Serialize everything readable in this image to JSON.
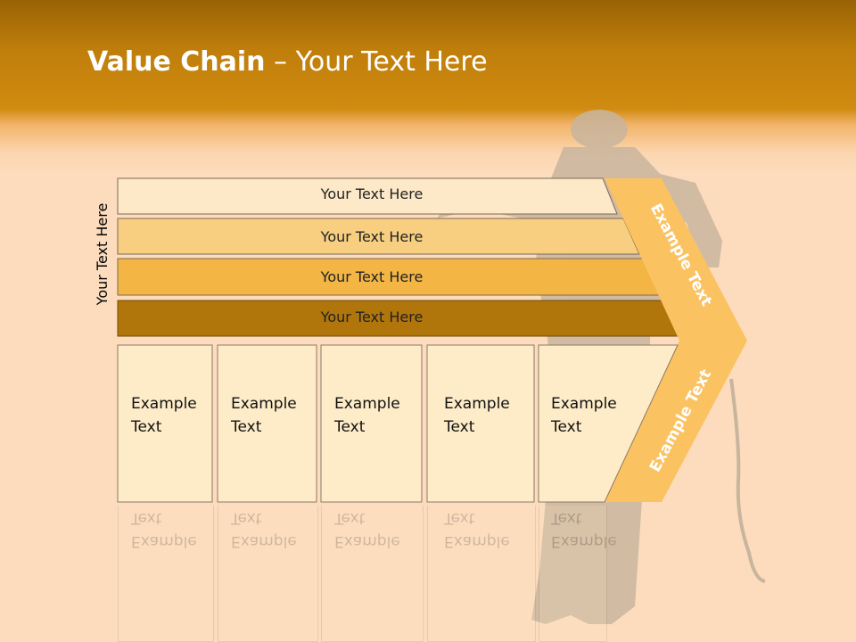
{
  "title": {
    "bold": "Value Chain",
    "rest": " – Your Text Here"
  },
  "side_label": "Your Text Here",
  "bands": [
    {
      "label": "Your Text Here",
      "color": "#fde9c8"
    },
    {
      "label": "Your Text Here",
      "color": "#f8cf81"
    },
    {
      "label": "Your Text Here",
      "color": "#f3b544"
    },
    {
      "label": "Your Text Here",
      "color": "#b1760b"
    }
  ],
  "boxes": [
    {
      "line1": "Example",
      "line2": "Text"
    },
    {
      "line1": "Example",
      "line2": "Text"
    },
    {
      "line1": "Example",
      "line2": "Text"
    },
    {
      "line1": "Example",
      "line2": "Text"
    },
    {
      "line1": "Example",
      "line2": "Text"
    }
  ],
  "chevron": {
    "upper_text": "Example Text",
    "lower_text": "Example Text",
    "color": "#fbc262"
  },
  "colors": {
    "header": "#c88510",
    "background": "#fcdcbd",
    "box_fill": "#feecc8",
    "silhouette": "#c9b59e"
  }
}
